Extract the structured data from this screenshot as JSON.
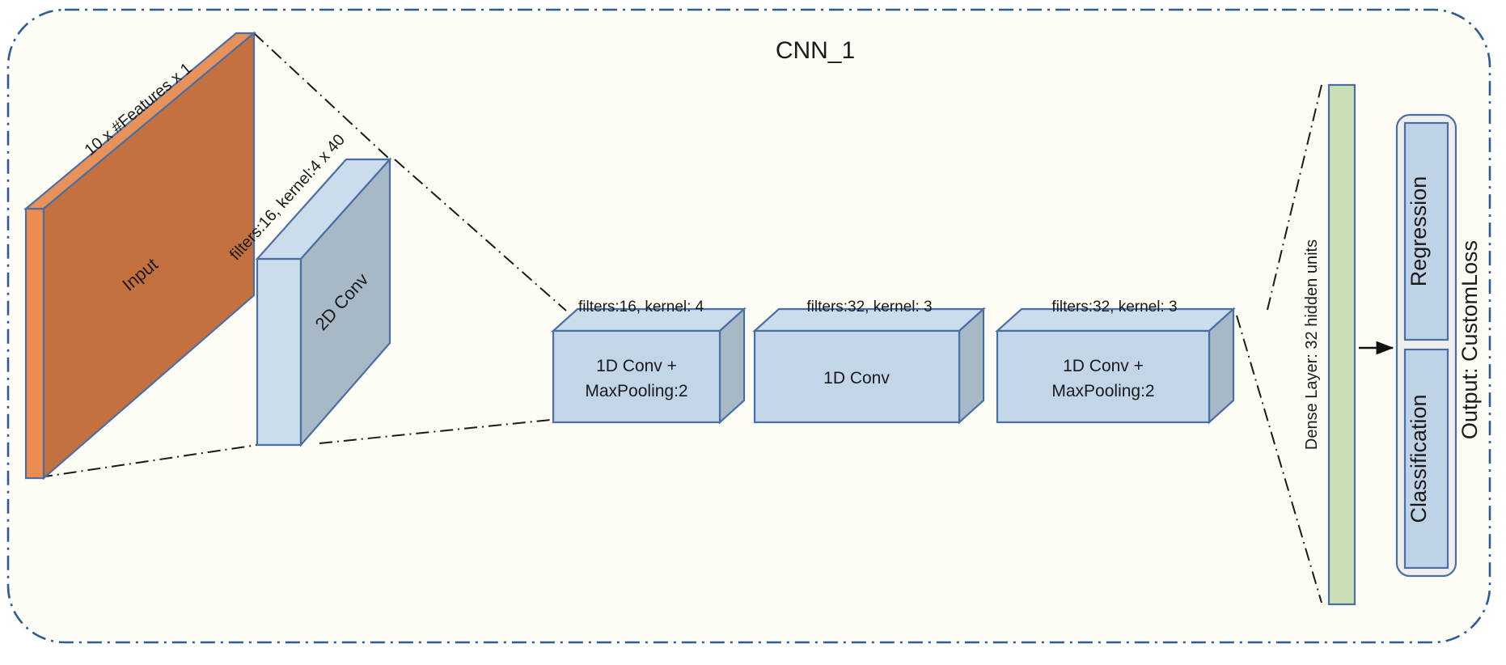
{
  "title": "CNN_1",
  "input_block": {
    "name": "Input",
    "dim_label": "10 x #Features x 1",
    "fill_front": "#C4713F",
    "fill_top": "#E8925A",
    "fill_side": "#EE8B4E"
  },
  "conv2d_block": {
    "name": "2D Conv",
    "param_label": "filters:16, kernel:4 x 40",
    "fill_front": "#A7B8C6",
    "fill_top": "#CBDCEC",
    "fill_side": "#CBDCEC"
  },
  "conv1d_blocks": [
    {
      "name_line1": "1D Conv +",
      "name_line2": "MaxPooling:2",
      "param_label": "filters:16, kernel: 4"
    },
    {
      "name_line1": "1D Conv",
      "name_line2": "",
      "param_label": "filters:32, kernel: 3"
    },
    {
      "name_line1": "1D Conv +",
      "name_line2": "MaxPooling:2",
      "param_label": "filters:32, kernel: 3"
    }
  ],
  "dense_layer": {
    "label": "Dense Layer: 32 hidden  units",
    "fill": "#CADFB8"
  },
  "output": {
    "group_label": "Output: CustomLoss",
    "heads": [
      {
        "label": "Regression"
      },
      {
        "label": "Classification"
      }
    ],
    "container_fill": "#EEEEEC",
    "head_fill": "#BFD3E7"
  },
  "colors": {
    "frame_border": "#2E5B96",
    "canvas_bg": "#FDFCF5",
    "block_stroke": "#4A6FA5",
    "lead_line": "#1a1a1a"
  }
}
